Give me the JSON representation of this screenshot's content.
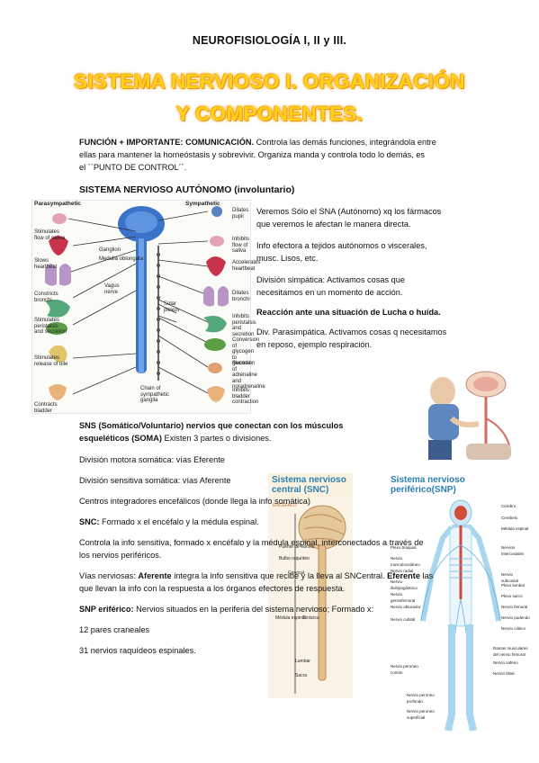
{
  "header": "NEUROFISIOLOGÍA I, II y III.",
  "title": {
    "line1": "SISTEMA NERVIOSO I. ORGANIZACIÓN",
    "line2": "Y COMPONENTES."
  },
  "intro": {
    "bold": "FUNCIÓN + IMPORTANTE: COMUNICACIÓN.",
    "line1": "Controla las demás funciones, integrándola entre",
    "line2": "ellas para mantener la homeóstasis y sobrevivir. Organiza manda y controla todo lo demás, es",
    "line3": "el ``PUNTO DE CONTROL´´."
  },
  "sna_heading": "SISTEMA NERVIOSO AUTÓNOMO (involuntario)",
  "sna_notes": {
    "p1_l1": "Veremos Sólo el SNA (Autónomo) xq los fármacos",
    "p1_l2": "que veremos le afectan le manera directa.",
    "p2_l1": "Info efectora a tejidos autónomos o viscerales,",
    "p2_l2": "musc. Lisos, etc.",
    "p3_l1": "División simpática: Activamos cosas que",
    "p3_l2": "necesitamos en un momento de acción.",
    "p4": "Reacción ante una situación de Lucha o huída.",
    "p5_l1": "Div. Parasimpática. Activamos cosas q necesitamos",
    "p5_l2": "en reposo, ejemplo respiración."
  },
  "ans_figure": {
    "left_title": "Parasympathetic",
    "right_title": "Sympathetic",
    "left_labels": [
      "Stimulates flow of saliva",
      "Slows heartbeat",
      "Constricts bronchi",
      "Stimulates peristalsis and secretion",
      "Stimulates release of bile",
      "Contracts bladder"
    ],
    "right_labels": [
      "Dilates pupil",
      "Inhibits flow of saliva",
      "Accelerates heartbeat",
      "Dilates bronchi",
      "Inhibits peristalsis and secretion",
      "Conversion of glycogen to glucose",
      "Secretion of adrenaline and noradrenaline",
      "Inhibits bladder contraction"
    ],
    "center_labels": [
      "Ganglion",
      "Medulla oblongata",
      "Vagus nerve",
      "Solar plexus",
      "Chain of sympathetic ganglia"
    ]
  },
  "sns": {
    "l1_bold": "SNS (Somático/Voluntario) nervios que conectan con los músculos",
    "l2_bold": "esqueléticos (SOMA)",
    "l2_rest": " Existen 3 partes o divisiones.",
    "motora": "División motora somática: vías Eferente",
    "sensitiva": "División sensitiva somática: vías Aferente",
    "centros": "Centros integradores encefálicos (donde llega la info somática)",
    "snc_bold": "SNC:",
    "snc_rest": " Formado x el encéfalo y la médula espinal.",
    "controla_l1": "Controla la info sensitiva, formado x encéfalo y la médula espinal, interconectados a través de",
    "controla_l2": "los nervios periféricos.",
    "vias_a": "Vías nerviosas: ",
    "vias_b": "Aferente",
    "vias_c": " integra la info sensitiva que recibe y la lleva al SNCentral. ",
    "vias_d": "Eferente",
    "vias_e": " las",
    "vias_l2": "que llevan la info con la respuesta a los órganos efectores de respuesta.",
    "snp_bold": "SNP eriférico:",
    "snp_rest": " Nervios situados en la periferia del sistema nervioso; Formado x:",
    "pares": "12 pares craneales",
    "raquideos": "31 nervios raquídeos espinales."
  },
  "snc_figure": {
    "title_l1": "Sistema nervioso",
    "title_l2": "central (SNC)",
    "labels": [
      "ENCÉFALO",
      "Puente de Varolio",
      "Bulbo raquídeo",
      "Cervical",
      "Médula espinal",
      "Torácica",
      "Lumbar",
      "Sacra"
    ]
  },
  "snp_figure": {
    "title_l1": "Sistema nervioso",
    "title_l2": "periférico(SNP)",
    "right_labels": [
      "Cerebro",
      "Cerebelo",
      "Médula espinal",
      "Nervios intercostales",
      "Nervio subcostal",
      "Plexo lumbar",
      "Plexo sacro",
      "Nervio femoral",
      "Nervio pudendo",
      "Nervio ciático",
      "Ramas musculares del nervio femoral",
      "Nervio safeno",
      "Nervio tibial"
    ],
    "left_labels": [
      "Plexo braquial",
      "Nervio musculocutáneo",
      "Nervio radial",
      "Nervio iliohipogástrico",
      "Nervio genitofemoral",
      "Nervio obturador",
      "Nervio cubital",
      "Nervio peroneo común",
      "Nervio peroneo profundo",
      "Nervio peroneo superficial"
    ]
  }
}
